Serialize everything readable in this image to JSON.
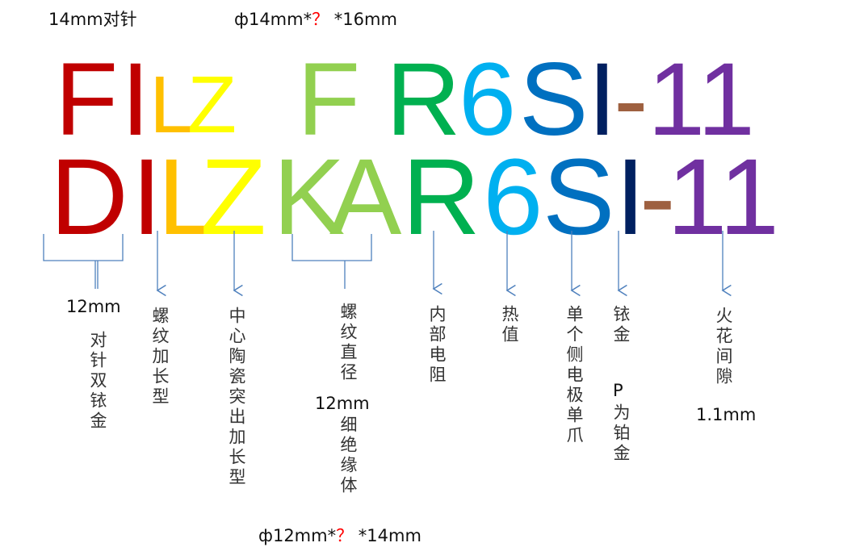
{
  "top": {
    "left_note": "14mm对针",
    "right_prefix": "ф14mm*",
    "right_q": "？",
    "right_suffix": " *16mm"
  },
  "row1": [
    {
      "ch": "F",
      "color": "#c00000"
    },
    {
      "ch": "I",
      "color": "#c00000"
    },
    {
      "ch": "L",
      "color": "#ffc000"
    },
    {
      "ch": "Z",
      "color": "#ffff00"
    },
    {
      "ch": "F",
      "color": "#92d050"
    },
    {
      "ch": "R",
      "color": "#00b050"
    },
    {
      "ch": "6",
      "color": "#00b0f0"
    },
    {
      "ch": "S",
      "color": "#0070c0"
    },
    {
      "ch": "I",
      "color": "#002060"
    },
    {
      "ch": "-",
      "color": "#9e6040"
    },
    {
      "ch": "11",
      "color": "#7030a0"
    }
  ],
  "row2": [
    {
      "ch": "D",
      "color": "#c00000"
    },
    {
      "ch": "I",
      "color": "#c00000"
    },
    {
      "ch": "L",
      "color": "#ffc000"
    },
    {
      "ch": "Z",
      "color": "#ffff00"
    },
    {
      "ch": "K",
      "color": "#92d050"
    },
    {
      "ch": "A",
      "color": "#92d050"
    },
    {
      "ch": "R",
      "color": "#00b050"
    },
    {
      "ch": "6",
      "color": "#00b0f0"
    },
    {
      "ch": "S",
      "color": "#0070c0"
    },
    {
      "ch": "I",
      "color": "#002060"
    },
    {
      "ch": "-",
      "color": "#9e6040"
    },
    {
      "ch": "11",
      "color": "#7030a0"
    }
  ],
  "labels": {
    "di_size": "12mm",
    "di_desc": "对针双铱金",
    "l_desc": "螺纹加长型",
    "z_desc": "中心陶瓷突出加长型",
    "ka_desc": "螺纹直径",
    "ka_size": "12mm",
    "ka_desc2": "细绝缘体",
    "r_desc": "内部电阻",
    "six_desc": "热值",
    "s_desc": "单个侧电极单爪",
    "i_desc": "铱金",
    "i_p": "P",
    "i_p_desc": "为铂金",
    "gap_desc": "火花间隙",
    "gap_size": "1.1mm"
  },
  "bottom": {
    "prefix": "ф12mm*",
    "q": "？",
    "suffix": " *14mm"
  }
}
